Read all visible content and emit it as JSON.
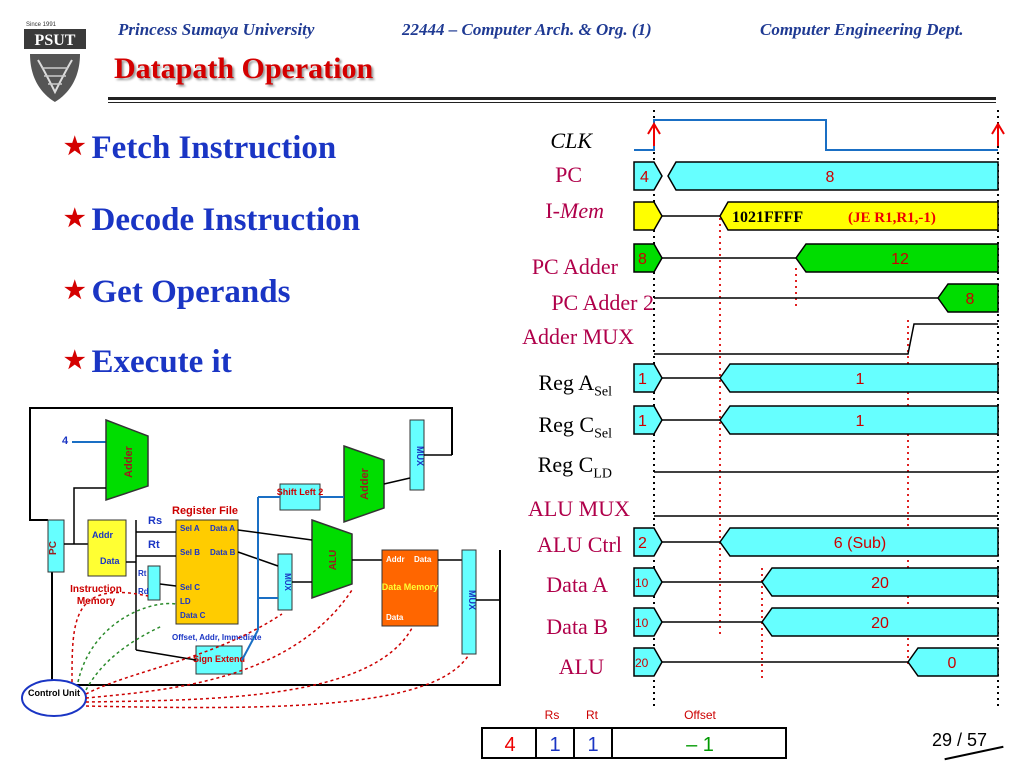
{
  "header": {
    "university": "Princess Sumaya University",
    "course": "22444 – Computer Arch. & Org. (1)",
    "dept": "Computer Engineering Dept.",
    "logo_text": "PSUT",
    "logo_since": "Since 1991"
  },
  "title": "Datapath Operation",
  "bullets": [
    "Fetch Instruction",
    "Decode Instruction",
    "Get Operands",
    "Execute it"
  ],
  "signals": {
    "clk": "CLK",
    "pc": "PC",
    "imem_prefix": "I-",
    "imem_suffix": "Mem",
    "pc_adder": "PC Adder",
    "pc_adder2": "PC Adder 2",
    "adder_mux": "Adder MUX",
    "reg_a": "Reg A",
    "reg_a_sub": "Sel",
    "reg_c": "Reg C",
    "reg_c_sub": "Sel",
    "reg_cld": "Reg C",
    "reg_cld_sub": "LD",
    "alu_mux": "ALU MUX",
    "alu_ctrl": "ALU Ctrl",
    "data_a": "Data A",
    "data_b": "Data B",
    "alu": "ALU"
  },
  "waveform_values": {
    "pc_old": "4",
    "pc_new": "8",
    "imem_word": "1021FFFF",
    "imem_decode": "(JE R1,R1,-1)",
    "pcadder_old": "8",
    "pcadder_new": "12",
    "pcadder2_new": "8",
    "rega_old": "1",
    "rega_new": "1",
    "regc_old": "1",
    "regc_new": "1",
    "aluctrl_old": "2",
    "aluctrl_new": "6 (Sub)",
    "dataa_old": "10",
    "dataa_new": "20",
    "datab_old": "10",
    "datab_new": "20",
    "alu_old": "20",
    "alu_new": "0"
  },
  "instruction_format": {
    "labels": [
      "Rs",
      "Rt",
      "Offset"
    ],
    "values": [
      "4",
      "1",
      "1",
      "– 1"
    ]
  },
  "datapath": {
    "const4": "4",
    "adder": "Adder",
    "adder2": "Adder",
    "pc": "PC",
    "imem_addr": "Addr",
    "imem_data": "Data",
    "imem_label1": "Instruction",
    "imem_label2": "Memory",
    "regfile_title": "Register File",
    "rs": "Rs",
    "rt": "Rt",
    "rd": "Rd",
    "rf_sel_a": "Sel A",
    "rf_data_a": "Data A",
    "rf_sel_b": "Sel B",
    "rf_data_b": "Data B",
    "rf_sel_c": "Sel C",
    "rf_ld": "LD",
    "rf_data_c": "Data C",
    "mux": "MUX",
    "shift": "Shift Left 2",
    "alu": "ALU",
    "dmem_addr": "Addr",
    "dmem_data": "Data",
    "dmem_label": "Data Memory",
    "dmem_data_in": "Data",
    "offset_text": "Offset, Addr, Immediate",
    "sign_extend": "Sign Extend",
    "control_unit": "Control Unit"
  },
  "page": "29 / 57",
  "colors": {
    "header_blue": "#1f3a93",
    "title_red": "#d40000",
    "bullet_blue": "#1a35c4",
    "cyan": "#66ffff",
    "green": "#00dd00",
    "yellow": "#ffff00",
    "orange": "#ff6600"
  }
}
